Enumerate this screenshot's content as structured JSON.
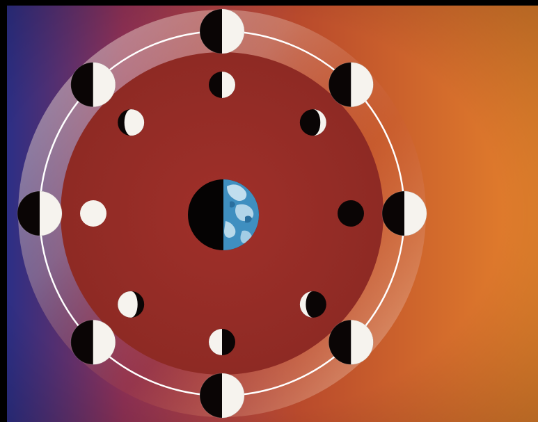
{
  "diagram": {
    "colors": {
      "frame": "#000000",
      "bg_left": "#2c2f86",
      "bg_mid": "#b0342e",
      "bg_right": "#e07a2a",
      "inner_disk": "#9c2e26",
      "orbit_band_light": "#f3ece4",
      "orbit_line": "#ffffff",
      "moon_lit": "#f6f3ee",
      "moon_dark": "#0a0505",
      "earth_ocean": "#3f8fc0",
      "earth_cloud": "#d8ecf6",
      "earth_night": "#050303"
    },
    "earth": {
      "name": "earth",
      "lit_side": "right"
    },
    "orbit_moons": [
      {
        "name": "moon-orbit-top",
        "angle_deg": 0,
        "lit_side": "right"
      },
      {
        "name": "moon-orbit-top-right",
        "angle_deg": 45,
        "lit_side": "right"
      },
      {
        "name": "moon-orbit-right",
        "angle_deg": 90,
        "lit_side": "right"
      },
      {
        "name": "moon-orbit-bottom-right",
        "angle_deg": 135,
        "lit_side": "right"
      },
      {
        "name": "moon-orbit-bottom",
        "angle_deg": 180,
        "lit_side": "right"
      },
      {
        "name": "moon-orbit-bottom-left",
        "angle_deg": 225,
        "lit_side": "right"
      },
      {
        "name": "moon-orbit-left",
        "angle_deg": 270,
        "lit_side": "right"
      },
      {
        "name": "moon-orbit-top-left",
        "angle_deg": 315,
        "lit_side": "right"
      }
    ],
    "phase_moons": [
      {
        "name": "phase-first-quarter",
        "angle_deg": 0,
        "phase": "first-quarter"
      },
      {
        "name": "phase-waxing-crescent",
        "angle_deg": 45,
        "phase": "waxing-crescent"
      },
      {
        "name": "phase-new-moon",
        "angle_deg": 90,
        "phase": "new"
      },
      {
        "name": "phase-waning-crescent",
        "angle_deg": 135,
        "phase": "waning-crescent"
      },
      {
        "name": "phase-last-quarter",
        "angle_deg": 180,
        "phase": "last-quarter"
      },
      {
        "name": "phase-waning-gibbous",
        "angle_deg": 225,
        "phase": "waning-gibbous"
      },
      {
        "name": "phase-full-moon",
        "angle_deg": 270,
        "phase": "full"
      },
      {
        "name": "phase-waxing-gibbous",
        "angle_deg": 315,
        "phase": "waxing-gibbous"
      }
    ]
  }
}
